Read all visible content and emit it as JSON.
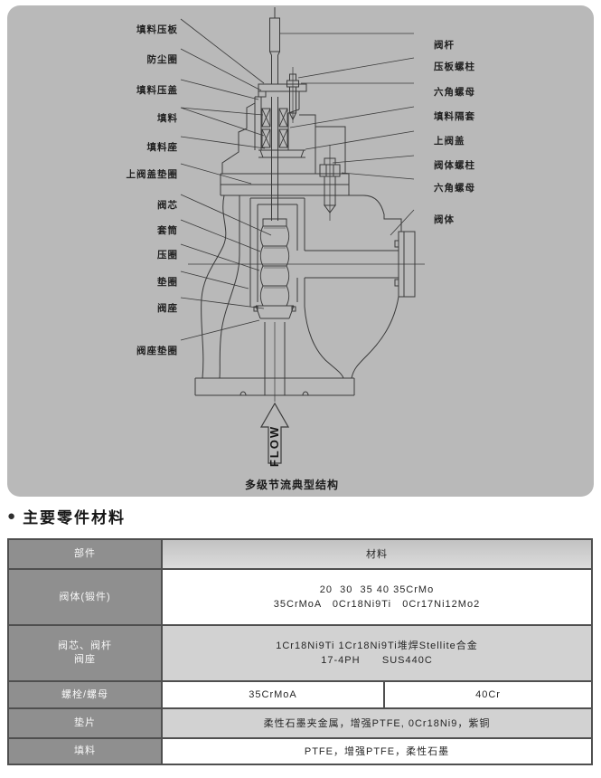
{
  "diagram": {
    "caption": "多级节流典型结构",
    "flow_label": "FLOW",
    "left_labels": [
      "填料压板",
      "防尘圈",
      "填料压盖",
      "填料",
      "填料座",
      "上阀盖垫圈",
      "阀芯",
      "套筒",
      "压圈",
      "垫圈",
      "阀座",
      "阀座垫圈"
    ],
    "right_labels": [
      "阀杆",
      "压板螺柱",
      "六角螺母",
      "填料隔套",
      "上阀盖",
      "阀体螺柱",
      "六角螺母",
      "阀体"
    ]
  },
  "section": {
    "bullet": "●",
    "title": "主要零件材料"
  },
  "table": {
    "header": {
      "part": "部件",
      "material": "材料"
    },
    "rows": [
      {
        "part": "阀体(锻件)",
        "lines": [
          "20  30  35 40 35CrMo",
          "35CrMoA   0Cr18Ni9Ti   0Cr17Ni12Mo2"
        ]
      },
      {
        "part_lines": [
          "阀芯、阀杆",
          "阀座"
        ],
        "lines": [
          "1Cr18Ni9Ti 1Cr18Ni9Ti堆焊Stellite合金",
          "17-4PH      SUS440C"
        ]
      },
      {
        "part": "螺栓/螺母",
        "cells": [
          "35CrMoA",
          "40Cr"
        ]
      },
      {
        "part": "垫片",
        "lines": [
          "柔性石墨夹金属，增强PTFE, 0Cr18Ni9，紫铜"
        ]
      },
      {
        "part": "填料",
        "lines": [
          "PTFE，增强PTFE，柔性石墨"
        ]
      }
    ]
  },
  "colors": {
    "panel_bg": "#b9b9b9",
    "cell_dark": "#8f8f8f",
    "cell_light": "#d2d2d2",
    "table_border": "#4f4f4f",
    "drawing_line": "#3a3a3a"
  }
}
